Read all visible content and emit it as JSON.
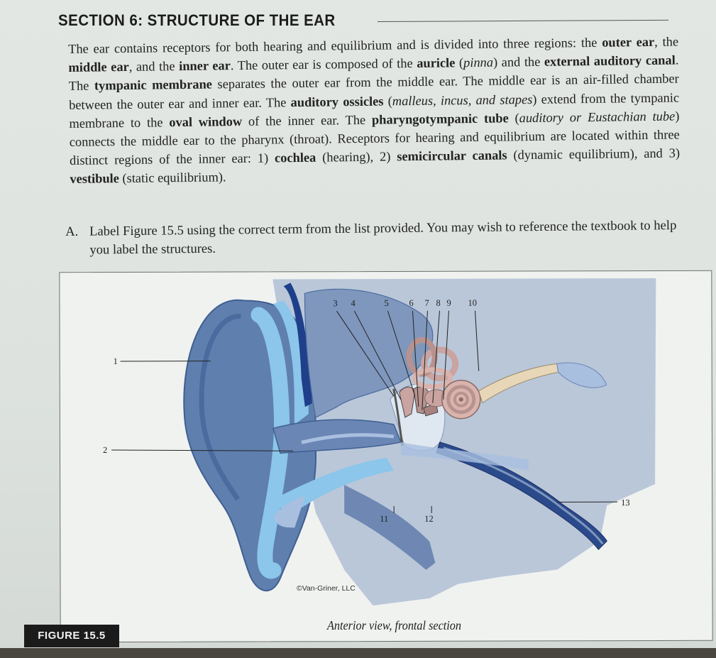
{
  "section": {
    "title": "SECTION 6: STRUCTURE OF THE EAR"
  },
  "intro": [
    {
      "t": "The ear contains receptors for both hearing and equilibrium and is divided into three regions: the "
    },
    {
      "t": "outer ear",
      "s": "b"
    },
    {
      "t": ", the "
    },
    {
      "t": "middle ear",
      "s": "b"
    },
    {
      "t": ", and the "
    },
    {
      "t": "inner ear",
      "s": "b"
    },
    {
      "t": ". The outer ear is composed of the "
    },
    {
      "t": "auricle",
      "s": "b"
    },
    {
      "t": " ("
    },
    {
      "t": "pinna",
      "s": "i"
    },
    {
      "t": ") and the "
    },
    {
      "t": "external auditory canal",
      "s": "b"
    },
    {
      "t": ". The "
    },
    {
      "t": "tympanic membrane",
      "s": "b"
    },
    {
      "t": " separates the outer ear from the middle ear. The middle ear is an air-filled chamber between the outer ear and inner ear. The "
    },
    {
      "t": "auditory ossicles",
      "s": "b"
    },
    {
      "t": " ("
    },
    {
      "t": "malleus, incus, and stapes",
      "s": "i"
    },
    {
      "t": ") extend from the tympanic membrane to the "
    },
    {
      "t": "oval window",
      "s": "b"
    },
    {
      "t": " of the inner ear. The "
    },
    {
      "t": "pharyngotympanic tube",
      "s": "b"
    },
    {
      "t": " ("
    },
    {
      "t": "auditory or Eustachian tube",
      "s": "i"
    },
    {
      "t": ") connects the middle ear to the pharynx (throat). Receptors for hearing and equilibrium are located within three distinct regions of the inner ear: 1) "
    },
    {
      "t": "cochlea",
      "s": "b"
    },
    {
      "t": " (hearing), 2) "
    },
    {
      "t": "semicircular canals",
      "s": "b"
    },
    {
      "t": " (dynamic equilibrium), and 3) "
    },
    {
      "t": "vestibule",
      "s": "b"
    },
    {
      "t": " (static equilibrium)."
    }
  ],
  "task": {
    "letter": "A.",
    "text": "Label Figure 15.5 using the correct term from the list provided. You may wish to reference the textbook to help you label the structures."
  },
  "figure": {
    "labels": [
      "1",
      "2",
      "3",
      "4",
      "5",
      "6",
      "7",
      "8",
      "9",
      "10",
      "11",
      "12",
      "13"
    ],
    "copyright": "©Van-Griner, LLC",
    "caption": "Anterior view, frontal section",
    "badge": "FIGURE 15.5"
  },
  "colors": {
    "skin": "#5f7fae",
    "skin_dark": "#3f5f92",
    "cartilage": "#8cc6ea",
    "bone": "#7f97bd",
    "canal": "#a9bfe0",
    "inner_ear": "#c9a4a0",
    "cochlea": "#d9b3ad",
    "tube": "#2b4a8c"
  }
}
